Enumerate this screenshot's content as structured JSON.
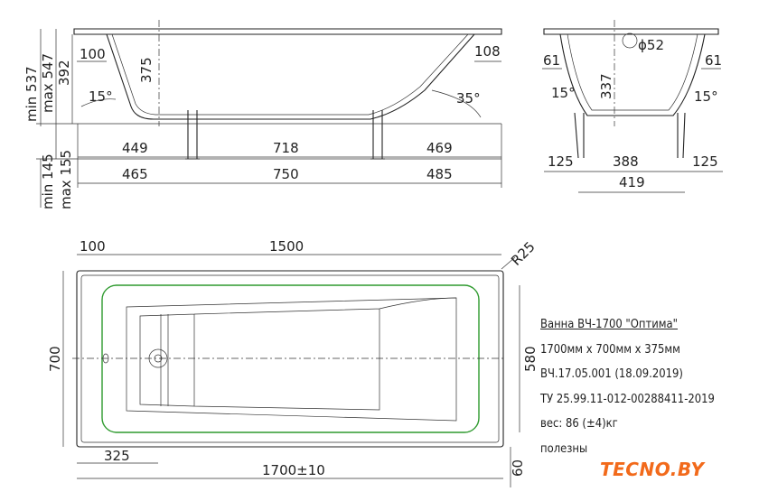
{
  "side_view": {
    "dims": {
      "left_flange": "100",
      "depth": "375",
      "right_flange": "108",
      "min_height": "min 537",
      "max_height": "max 547",
      "height_392": "392",
      "angle_left": "15°",
      "angle_right": "35°",
      "legs_min": "min 145",
      "legs_max": "max 155",
      "seg1_top": "449",
      "seg2_top": "718",
      "seg3_top": "469",
      "seg1_bot": "465",
      "seg2_bot": "750",
      "seg3_bot": "485"
    }
  },
  "end_view": {
    "dims": {
      "drain_diameter": "ϕ52",
      "left_flange": "61",
      "right_flange": "61",
      "depth": "337",
      "angle_left": "15°",
      "angle_right": "15°",
      "left_offset": "125",
      "leg_span": "388",
      "right_offset": "125",
      "total": "419"
    }
  },
  "top_view": {
    "dims": {
      "flange": "100",
      "inner_length": "1500",
      "radius": "R25",
      "width": "700",
      "inner_width": "580",
      "drain_offset": "325",
      "length": "1700±10",
      "rim": "60"
    }
  },
  "info": {
    "title": "Ванна ВЧ-1700 \"Оптима\"",
    "size": "1700мм x 700мм x 375мм",
    "code": "ВЧ.17.05.001 (18.09.2019)",
    "standard": "ТУ 25.99.11-012-00288411-2019",
    "weight": "вес: 86 (±4)кг",
    "volume_partial": "полезны"
  },
  "watermark": "TECNO.BY",
  "colors": {
    "inner_outline": "#2e9a2e",
    "watermark": "#f26a1b"
  }
}
